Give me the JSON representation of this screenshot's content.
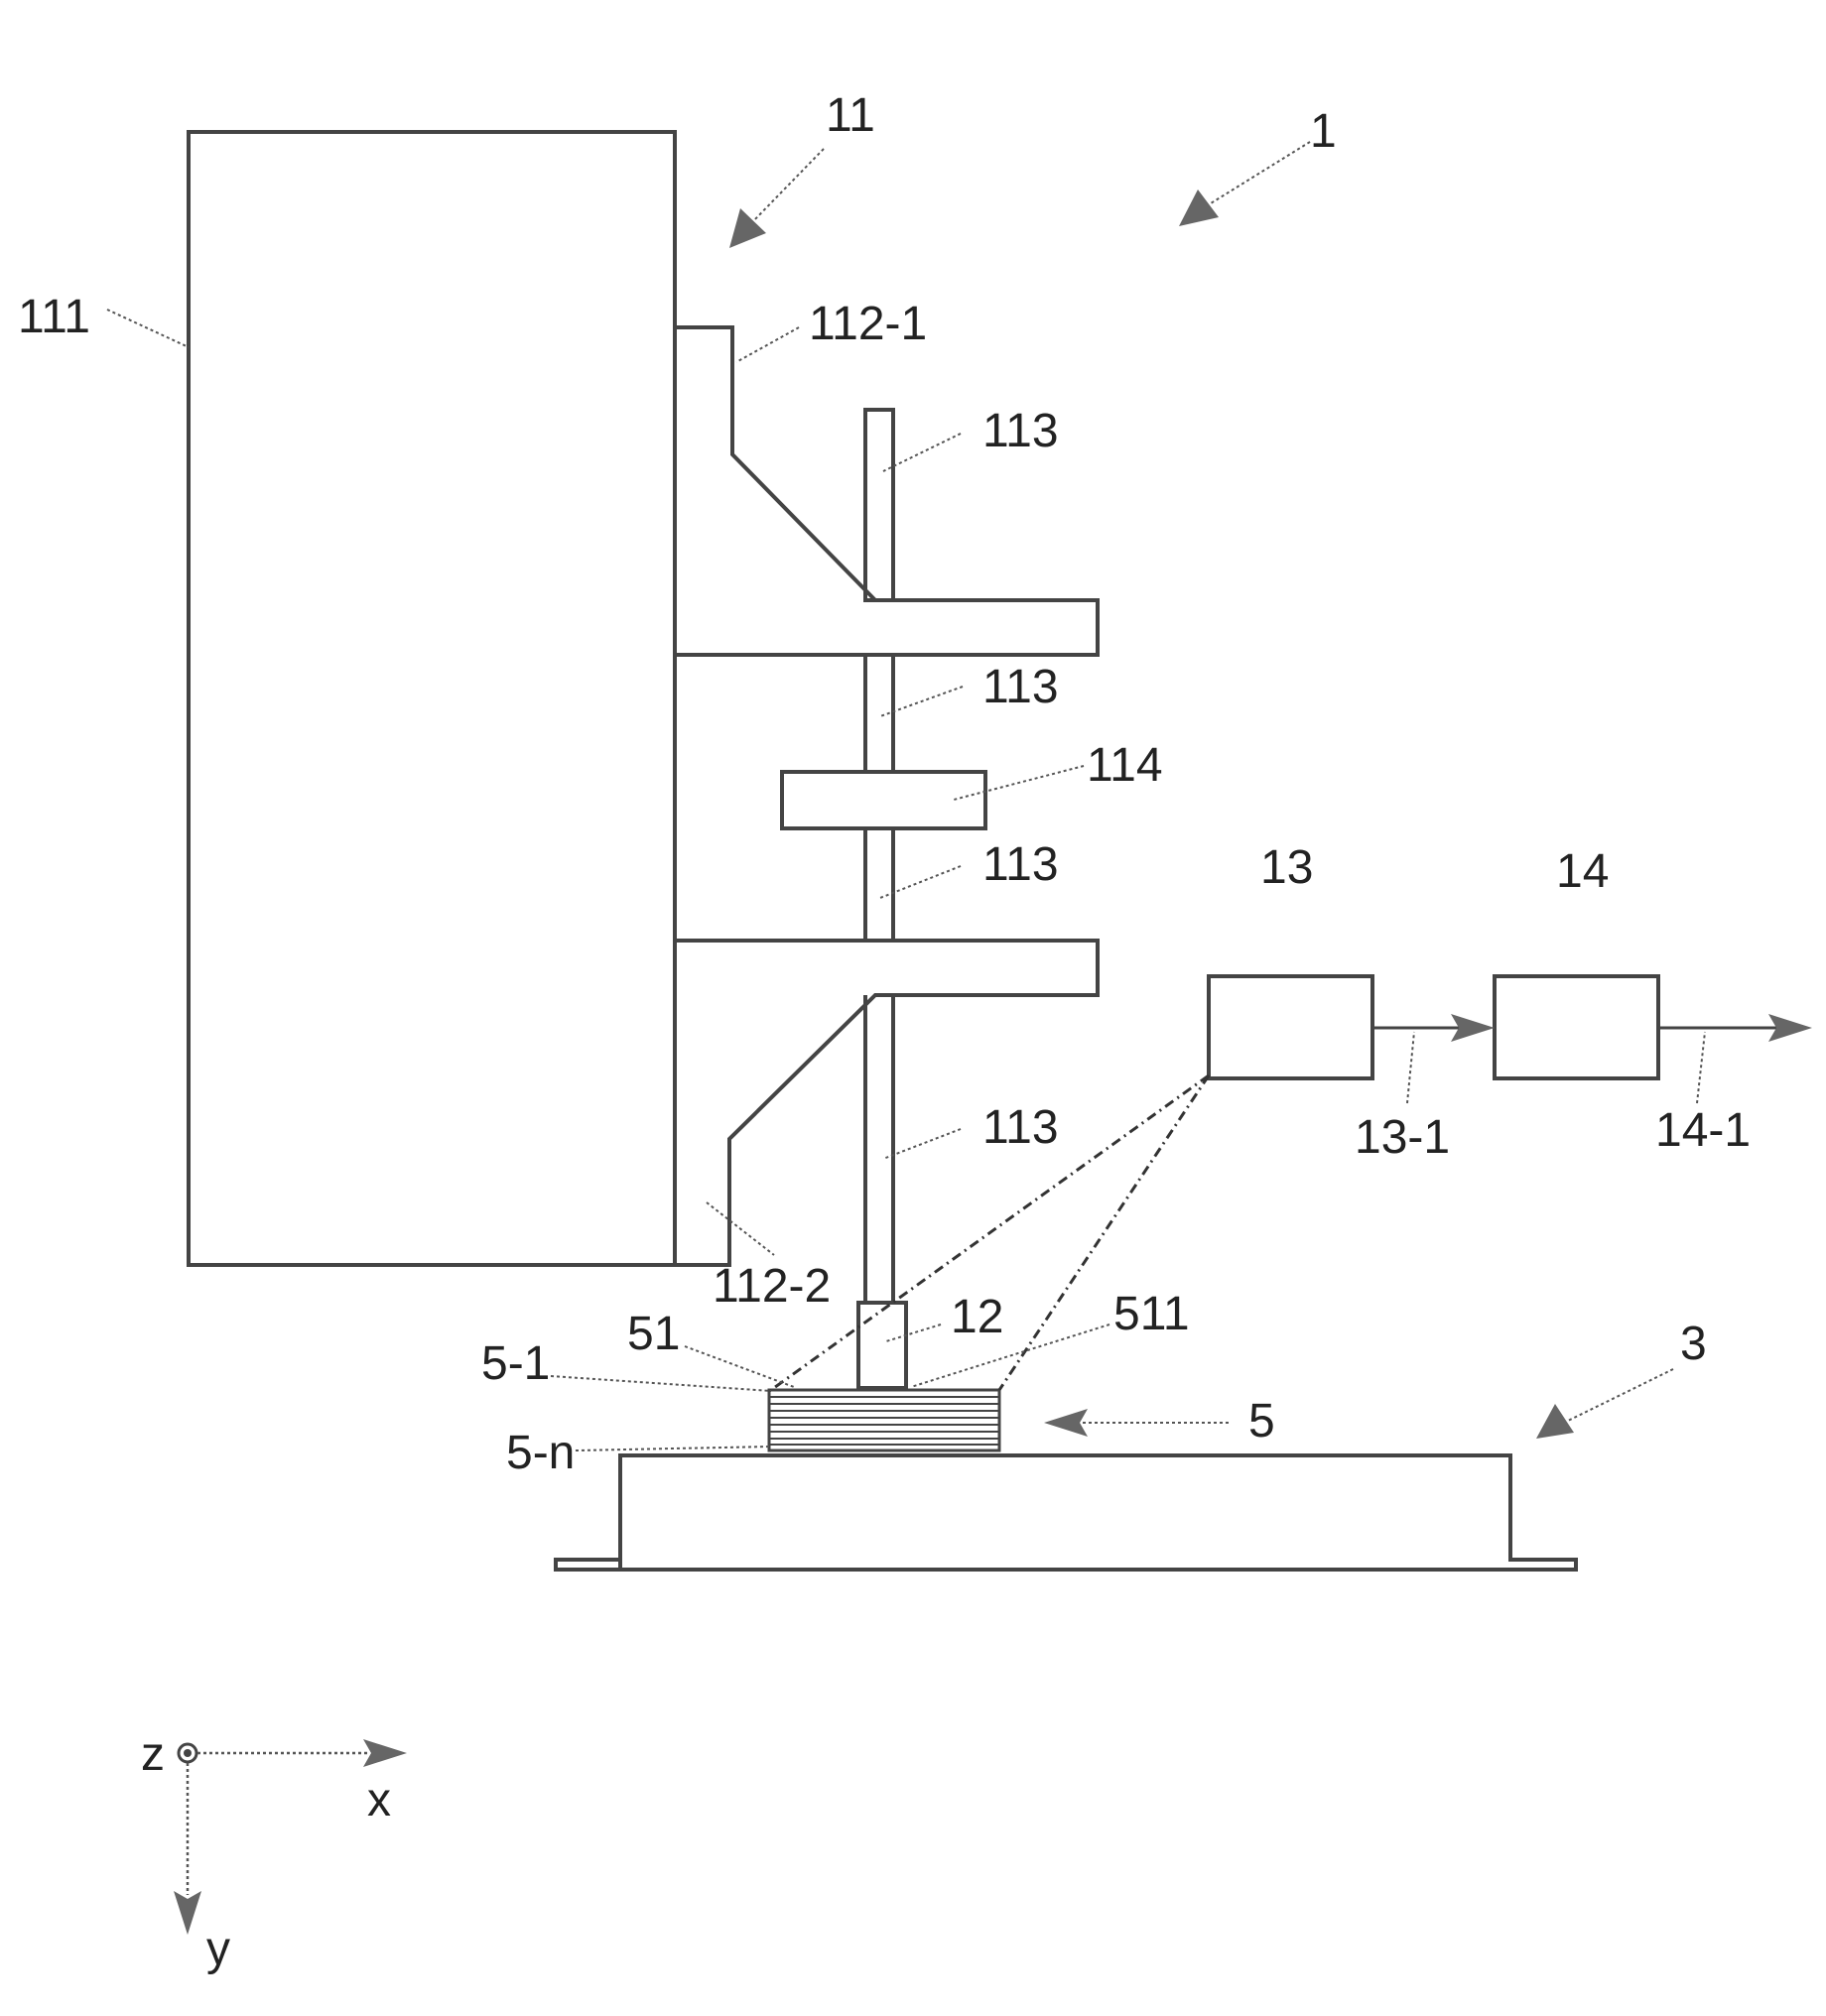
{
  "labels": {
    "system": "1",
    "machine": "11",
    "column": "111",
    "bracket_upper": "112-1",
    "bracket_lower": "112-2",
    "shaft_1": "113",
    "shaft_2": "113",
    "shaft_3": "113",
    "shaft_4": "113",
    "coupling": "114",
    "tool": "12",
    "sensor": "13",
    "sensor_output": "13-1",
    "processor": "14",
    "processor_output": "14-1",
    "workpiece": "5",
    "layer_top": "5-1",
    "layer_bottom": "5-n",
    "layer_group": "51",
    "layer_surface": "511",
    "platform": "3"
  },
  "axes": {
    "z": "z",
    "x": "x",
    "y": "y"
  },
  "colors": {
    "line": "#444444",
    "arrowhead": "#666666",
    "text": "#222222",
    "background": "#ffffff"
  },
  "icons": {
    "z_axis": "circle-dot-icon"
  }
}
